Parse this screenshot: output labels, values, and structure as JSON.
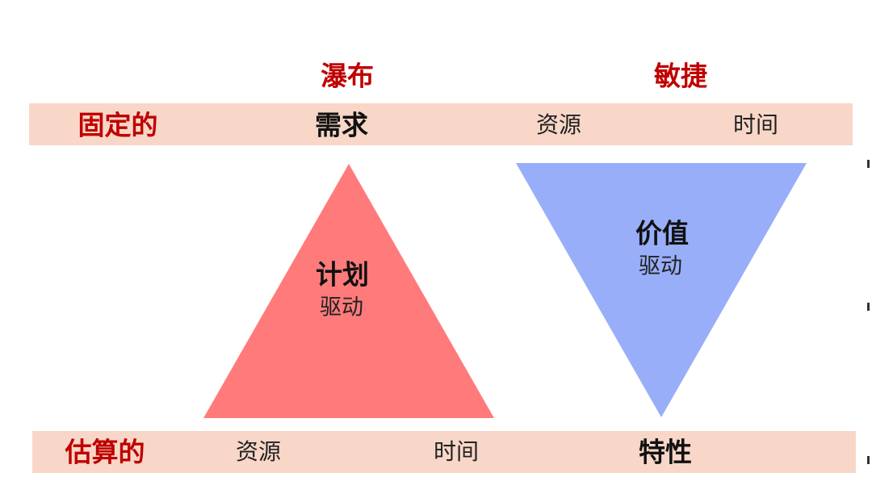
{
  "headers": {
    "waterfall": "瀑布",
    "agile": "敏捷"
  },
  "top_row": {
    "label": "固定的",
    "waterfall_item": "需求",
    "agile_item_1": "资源",
    "agile_item_2": "时间"
  },
  "bottom_row": {
    "label": "估算的",
    "waterfall_item_1": "资源",
    "waterfall_item_2": "时间",
    "agile_item": "特性"
  },
  "waterfall_triangle": {
    "title": "计划",
    "subtitle": "驱动",
    "color": "#ff7b7b"
  },
  "agile_triangle": {
    "title": "价值",
    "subtitle": "驱动",
    "color": "#98aef9"
  },
  "colors": {
    "band": "#f8d7c8",
    "accent_red": "#c00000"
  }
}
